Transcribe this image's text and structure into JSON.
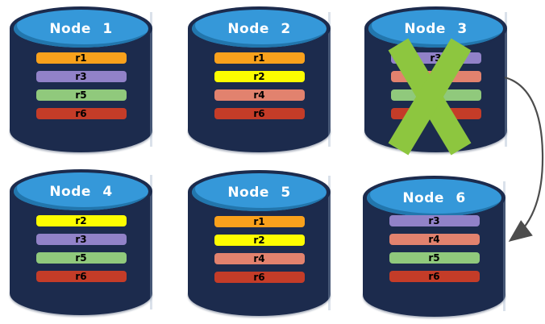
{
  "background_color": "#ffffff",
  "palette": {
    "cylinder_body": "#1c2b4d",
    "cylinder_face": "#3598d9",
    "cylinder_face_shade": "#2276ad",
    "title_text": "#ffffff",
    "bar_text": "#000000",
    "x_mark": "#8dc63f",
    "arrow": "#4d4d4d"
  },
  "nodes": [
    {
      "title": "Node 1",
      "failed": false,
      "replicas": [
        {
          "label": "r1",
          "color": "#f9a11c"
        },
        {
          "label": "r3",
          "color": "#9182c8"
        },
        {
          "label": "r5",
          "color": "#90c97c"
        },
        {
          "label": "r6",
          "color": "#c43c28"
        }
      ]
    },
    {
      "title": "Node 2",
      "failed": false,
      "replicas": [
        {
          "label": "r1",
          "color": "#f9a11c"
        },
        {
          "label": "r2",
          "color": "#fdfd00"
        },
        {
          "label": "r4",
          "color": "#e2826e"
        },
        {
          "label": "r6",
          "color": "#c43c28"
        }
      ]
    },
    {
      "title": "Node 3",
      "failed": true,
      "replicas": [
        {
          "label": "r3",
          "color": "#9182c8"
        },
        {
          "label": "",
          "color": "#e2826e"
        },
        {
          "label": "",
          "color": "#90c97c"
        },
        {
          "label": "",
          "color": "#c43c28"
        }
      ]
    },
    {
      "title": "Node 4",
      "failed": false,
      "replicas": [
        {
          "label": "r2",
          "color": "#fdfd00"
        },
        {
          "label": "r3",
          "color": "#9182c8"
        },
        {
          "label": "r5",
          "color": "#90c97c"
        },
        {
          "label": "r6",
          "color": "#c43c28"
        }
      ]
    },
    {
      "title": "Node 5",
      "failed": false,
      "replicas": [
        {
          "label": "r1",
          "color": "#f9a11c"
        },
        {
          "label": "r2",
          "color": "#fdfd00"
        },
        {
          "label": "r4",
          "color": "#e2826e"
        },
        {
          "label": "r6",
          "color": "#c43c28"
        }
      ]
    },
    {
      "title": "Node 6",
      "failed": false,
      "replicas": [
        {
          "label": "r3",
          "color": "#9182c8"
        },
        {
          "label": "r4",
          "color": "#e2826e"
        },
        {
          "label": "r5",
          "color": "#90c97c"
        },
        {
          "label": "r6",
          "color": "#c43c28"
        }
      ]
    }
  ],
  "arrow": {
    "from": "Node 3",
    "to": "Node 6"
  }
}
